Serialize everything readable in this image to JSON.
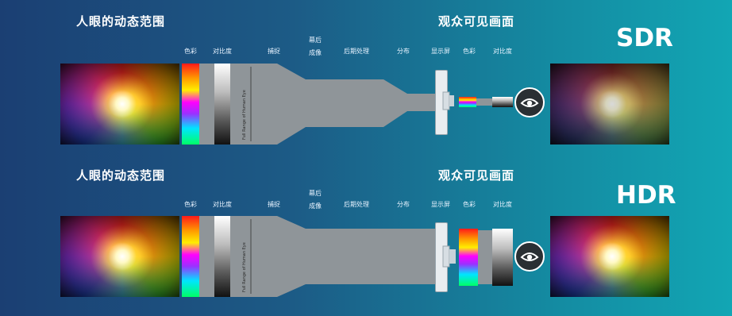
{
  "sdr_panel": {
    "heading_left": "人眼的动态范围",
    "heading_right": "观众可见画面",
    "badge": "SDR",
    "labels": {
      "color": "色彩",
      "contrast": "对比度",
      "capture": "捕捉",
      "imaging_line1": "幕后",
      "imaging_line2": "成像",
      "post": "后期处理",
      "distribution": "分布",
      "display": "显示屏",
      "color_out": "色彩",
      "contrast_out": "对比度"
    },
    "vertical_note": "Full Range of Human Eye"
  },
  "hdr_panel": {
    "heading_left": "人眼的动态范围",
    "heading_right": "观众可见画面",
    "badge": "HDR",
    "labels": {
      "color": "色彩",
      "contrast": "对比度",
      "capture": "捕捉",
      "imaging_line1": "幕后",
      "imaging_line2": "成像",
      "post": "后期处理",
      "distribution": "分布",
      "display": "显示屏",
      "color_out": "色彩",
      "contrast_out": "对比度"
    },
    "vertical_note": "Full Range of Human Eye"
  },
  "icons": {
    "eye": "eye-icon",
    "monitor": "monitor-icon"
  }
}
